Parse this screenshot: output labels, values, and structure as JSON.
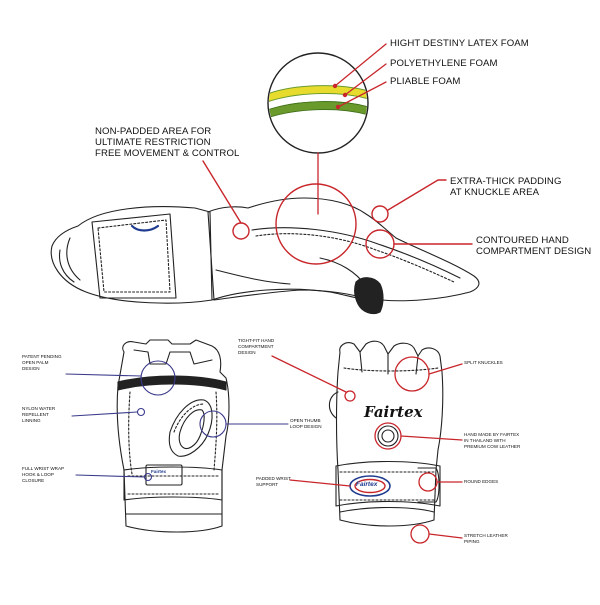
{
  "colors": {
    "line": "#222222",
    "callout_red": "#c8262b",
    "callout_blue": "#3a3a8c",
    "foam_yellow": "#e7dc2e",
    "foam_green": "#6a9a2c",
    "logo_blue": "#1f3b8f",
    "logo_red": "#c8262b"
  },
  "top_diagram": {
    "labels": {
      "latex_foam": "HIGHT DESTINY LATEX FOAM",
      "polyethylene_foam": "POLYETHYLENE FOAM",
      "pliable_foam": "PLIABLE FOAM",
      "non_padded": "NON-PADDED AREA FOR\nULTIMATE RESTRICTION\nFREE MOVEMENT & CONTROL",
      "extra_thick": "EXTRA-THICK PADDING\nAT KNUCKLE AREA",
      "contoured": "CONTOURED HAND\nCOMPARTMENT DESIGN"
    }
  },
  "left_glove": {
    "labels": {
      "open_palm": "PATENT PENDING\nOPEN PALM\nDESIGN",
      "nylon_lining": "NYLON WATER\nREPELLENT\nLINNING",
      "wrist_wrap": "FULL WRIST WRAP\nHOOK & LOOP\nCLOSURE",
      "thumb_loop": "OPEN THUMB\nLOOP DESIGN"
    },
    "patch_brand": "Fairtex",
    "icons": [
      "open-palm-circle-icon",
      "lining-dot-icon",
      "wrist-dot-icon",
      "thumb-loop-circle-icon"
    ]
  },
  "right_glove": {
    "labels": {
      "tight_fit": "TIGHT-FIT HAND\nCOMPARTMENT\nDESIGN",
      "split_knuckles": "SPLIT KNUCKLES",
      "handmade": "HAND MADE BY FAIRTEX\nIN THAILAND WITH\nPREMIUM COW LEATHER",
      "padded_wrist": "PADDED WRIST\nSUPPORT",
      "round_edges": "ROUND EDGES",
      "leather_piping": "STRETCH LEATHER\nPIPING"
    },
    "brand_script": "Fairtex",
    "wrist_logo": "Fairtex"
  }
}
